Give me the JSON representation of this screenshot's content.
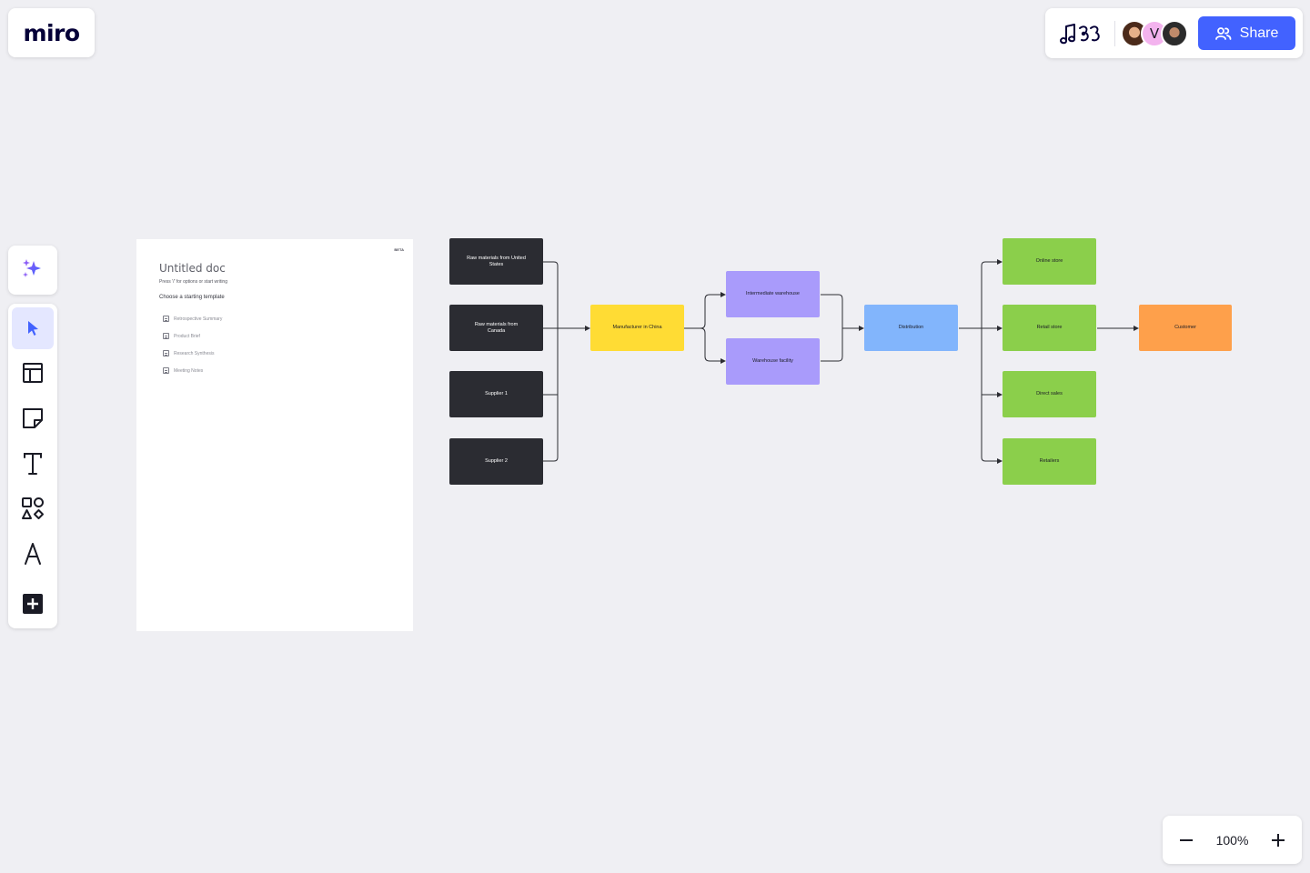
{
  "app": {
    "logo_text": "miro"
  },
  "header": {
    "avatars": [
      {
        "initial": ""
      },
      {
        "initial": "V"
      },
      {
        "initial": ""
      }
    ],
    "share_label": "Share"
  },
  "toolbar": {
    "tools": [
      "ai-sparkle",
      "select",
      "templates",
      "sticky-note",
      "text",
      "shapes",
      "pen",
      "add"
    ]
  },
  "doc": {
    "beta": "BETA",
    "title": "Untitled doc",
    "hint": "Press '/' for options or start writing",
    "choose": "Choose a starting template",
    "templates": [
      "Retrospective Summary",
      "Product Brief",
      "Research Synthesis",
      "Meeting Notes"
    ]
  },
  "diagram": {
    "nodes": {
      "raw_us": "Raw materials from United States",
      "raw_ca": "Raw materials from Canada",
      "supplier1": "Supplier 1",
      "supplier2": "Supplier 2",
      "manufacturer": "Manufacturer in China",
      "intermediate": "Intermediate warehouse",
      "warehouse": "Warehouse facility",
      "distribution": "Distribution",
      "online": "Online store",
      "retail": "Retail store",
      "direct": "Direct sales",
      "retailers": "Retailers",
      "customer": "Customer"
    },
    "colors": {
      "supplier": "#2b2c32",
      "manufacturer": "#ffdc34",
      "warehouse": "#a99bfb",
      "distribution": "#82b5fc",
      "channel": "#8bcf4b",
      "customer": "#fea04b"
    }
  },
  "zoom": {
    "level": "100%"
  },
  "colors": {
    "accent": "#4262ff",
    "canvas": "#efeff3"
  }
}
